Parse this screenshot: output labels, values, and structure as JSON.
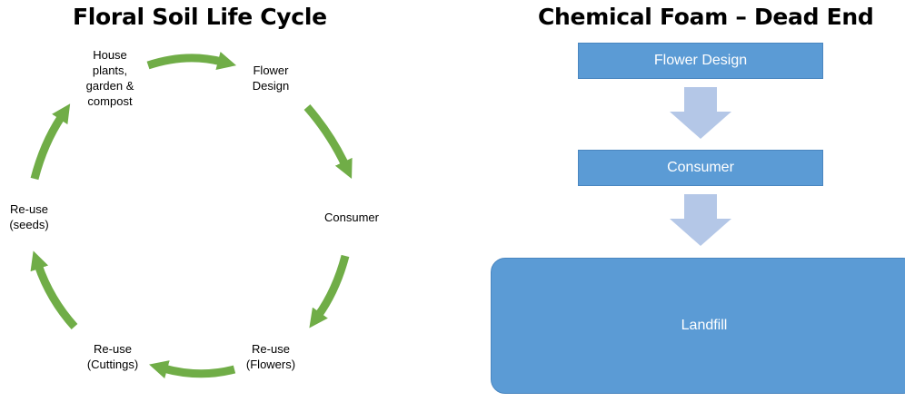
{
  "left": {
    "title": "Floral Soil Life Cycle",
    "nodes": {
      "flower_design": "Flower\nDesign",
      "consumer": "Consumer",
      "reuse_flowers": "Re-use\n(Flowers)",
      "reuse_cuttings": "Re-use\n(Cuttings)",
      "reuse_seeds": "Re-use\n(seeds)",
      "house_plants": "House\nplants,\ngarden &\ncompost"
    },
    "arrow_color": "#70ad47"
  },
  "right": {
    "title": "Chemical Foam – Dead End",
    "steps": {
      "step1": "Flower Design",
      "step2": "Consumer",
      "step3": "Landfill"
    },
    "box_color": "#5b9bd5",
    "arrow_color": "#b4c7e7"
  }
}
